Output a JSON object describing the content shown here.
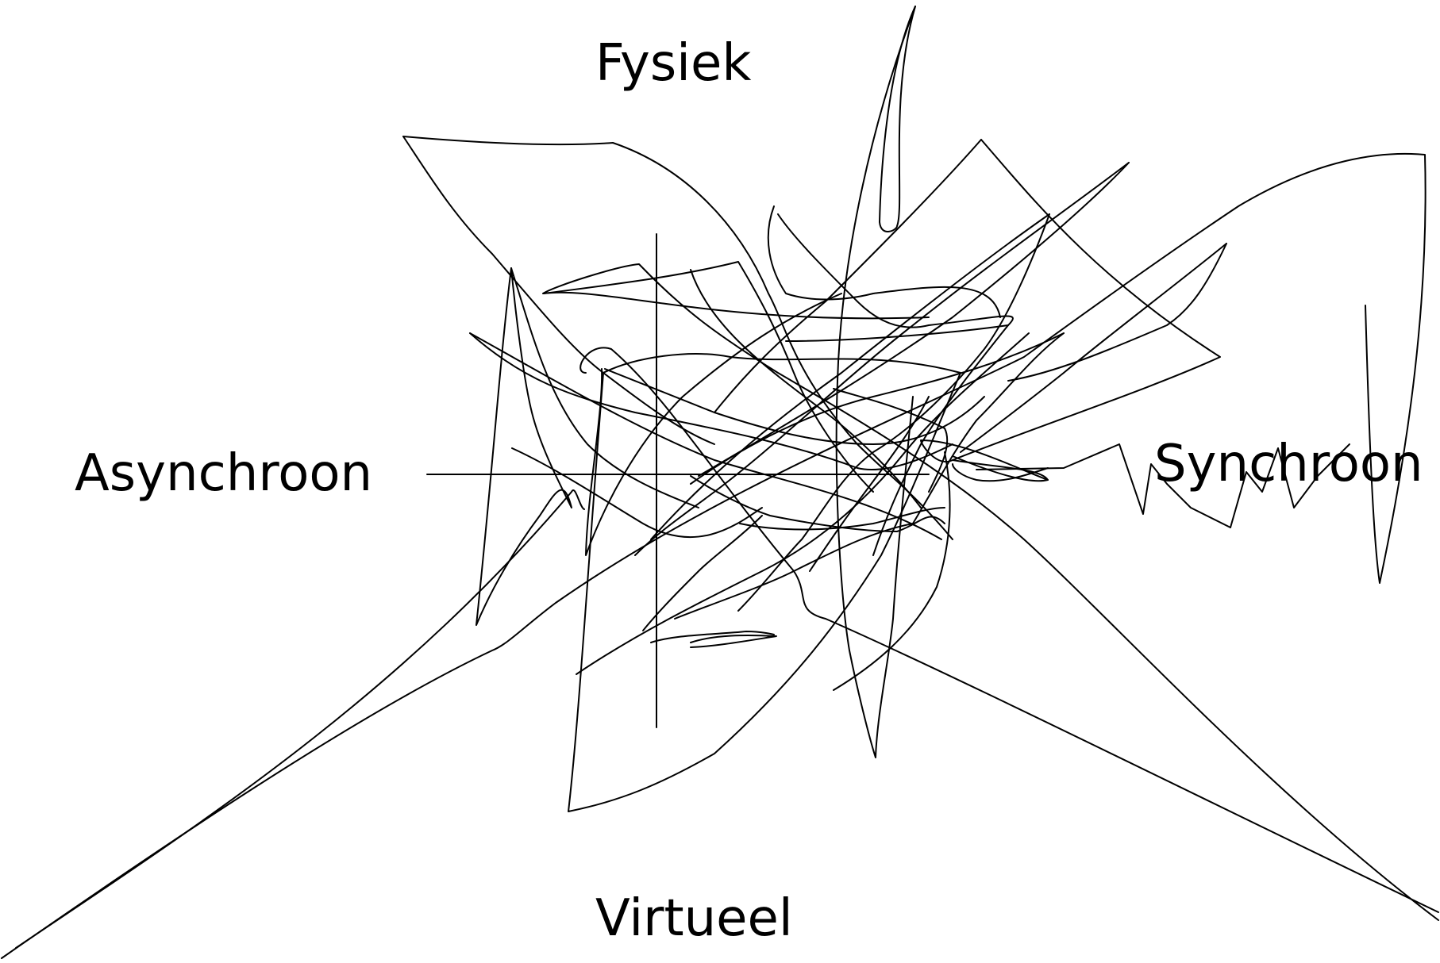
{
  "axes": {
    "top_label": "Fysiek",
    "bottom_label": "Virtueel",
    "left_label": "Asynchroon",
    "right_label": "Synchroon"
  },
  "colors": {
    "background": "#ffffff",
    "ink": "#000000"
  }
}
